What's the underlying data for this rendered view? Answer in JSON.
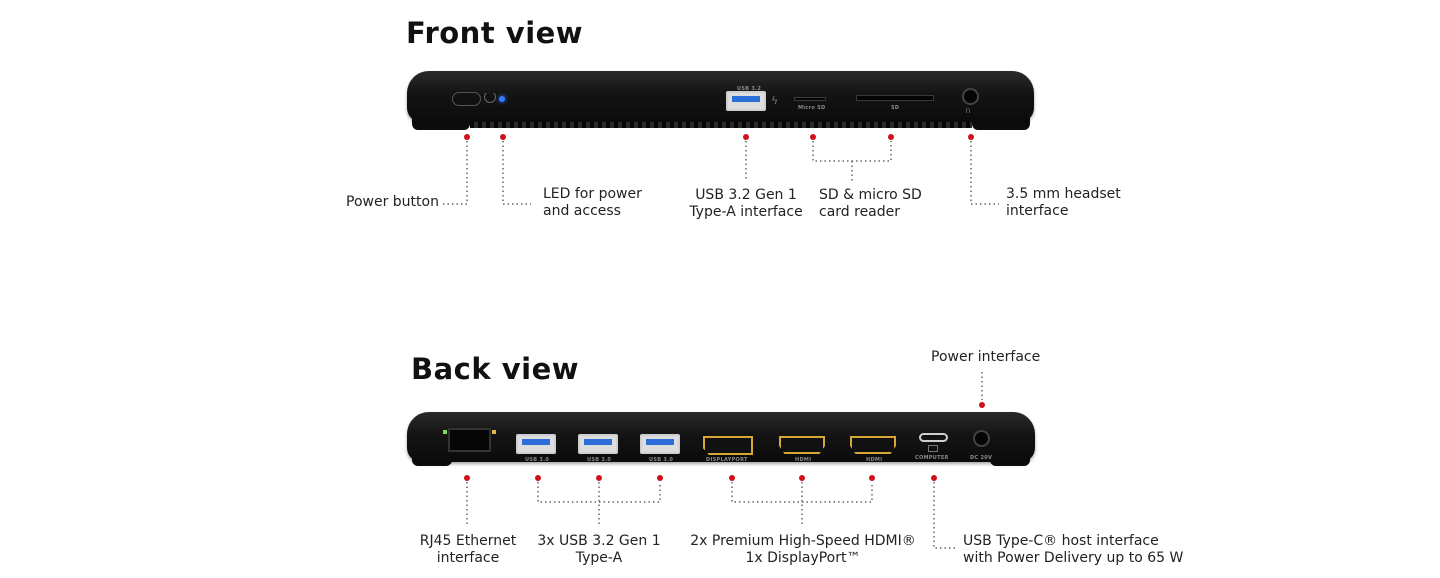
{
  "front": {
    "title": "Front view",
    "ports": {
      "usb_label": "USB 3.2",
      "micro_sd": "Micro SD",
      "sd": "SD"
    },
    "callouts": {
      "power_button": "Power button",
      "led": [
        "LED for power",
        "and access"
      ],
      "usb": [
        "USB 3.2 Gen 1",
        "Type-A interface"
      ],
      "sd": [
        "SD & micro SD",
        "card reader"
      ],
      "headset": [
        "3.5 mm headset",
        "interface"
      ]
    }
  },
  "back": {
    "title": "Back view",
    "ports": {
      "usb1": "USB 3.0",
      "usb2": "USB 3.0",
      "usb3": "USB 3.0",
      "displayport": "DISPLAYPORT",
      "hdmi1": "HDMI",
      "hdmi2": "HDMI",
      "computer": "COMPUTER",
      "dc": "DC 20V"
    },
    "callouts": {
      "power": "Power interface",
      "rj45": [
        "RJ45 Ethernet",
        "interface"
      ],
      "usb": [
        "3x USB 3.2 Gen 1",
        "Type-A"
      ],
      "video": [
        "2x Premium High-Speed HDMI®",
        "1x DisplayPort™"
      ],
      "usbc": [
        "USB Type-C® host interface",
        "with Power Delivery up to 65 W"
      ]
    }
  },
  "colors": {
    "callout_dot": "#d10f1c",
    "led": "#2f7bff",
    "usb_insert": "#2d6fd8",
    "hdmi_trim": "#d4a832"
  }
}
